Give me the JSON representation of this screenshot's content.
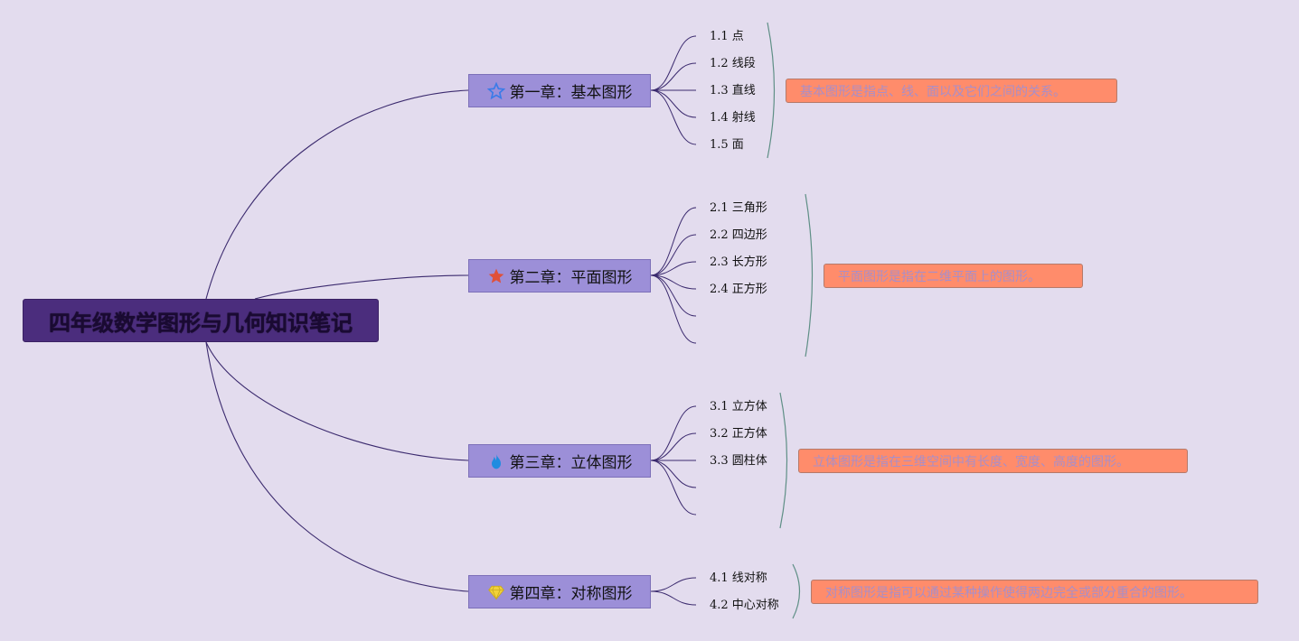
{
  "root": {
    "title": "四年级数学图形与几何知识笔记"
  },
  "chapters": [
    {
      "title": "第一章：基本图形",
      "icon": "star-outline-icon",
      "icon_color": "#3a7be8",
      "items": [
        "1.1 点",
        "1.2 线段",
        "1.3 直线",
        "1.4 射线",
        "1.5 面"
      ],
      "note": "基本图形是指点、线、面以及它们之间的关系。"
    },
    {
      "title": "第二章：平面图形",
      "icon": "star-filled-icon",
      "icon_color": "#e0503a",
      "items": [
        "2.1 三角形",
        "2.2 四边形",
        "2.3 长方形",
        "2.4 正方形",
        "",
        ""
      ],
      "note": "平面图形是指在二维平面上的图形。"
    },
    {
      "title": "第三章：立体图形",
      "icon": "flame-icon",
      "icon_color": "#1f8ce0",
      "items": [
        "3.1 立方体",
        "3.2 正方体",
        "3.3 圆柱体",
        "",
        ""
      ],
      "note": "立体图形是指在三维空间中有长度、宽度、高度的图形。"
    },
    {
      "title": "第四章：对称图形",
      "icon": "diamond-icon",
      "icon_color": "#f2d23a",
      "items": [
        "4.1 线对称",
        "4.2 中心对称"
      ],
      "note": "对称图形是指可以通过某种操作使得两边完全或部分重合的图形。"
    }
  ],
  "colors": {
    "background": "#e3dcee",
    "root": "#4b2d7d",
    "chapter": "#9c8fd8",
    "note": "#ff8c6b",
    "connector": "#3b2a6e",
    "bracket": "#5f8f86"
  }
}
